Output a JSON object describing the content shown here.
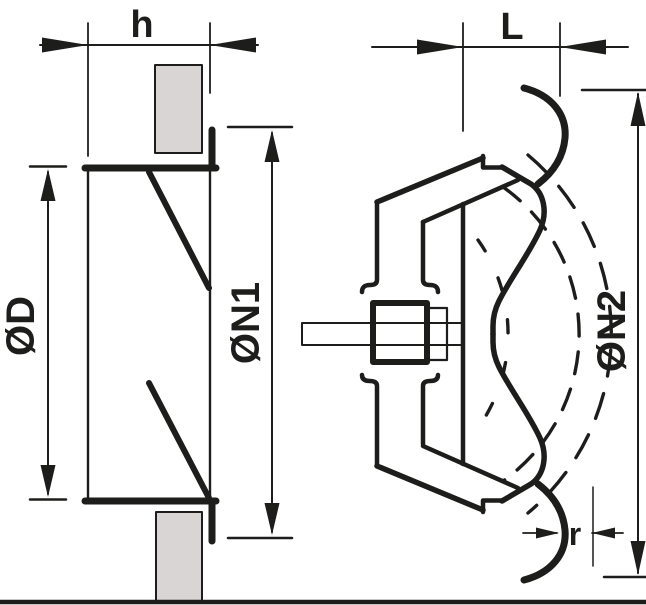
{
  "colors": {
    "line": "#1d1d1b",
    "wall_fill": "#d9d5d5",
    "background": "#ffffff"
  },
  "labels": {
    "h": "h",
    "L": "L",
    "r": "r",
    "diameter_d": "ØD",
    "diameter_n1": "ØN1",
    "diameter_n2": "ØN2"
  }
}
